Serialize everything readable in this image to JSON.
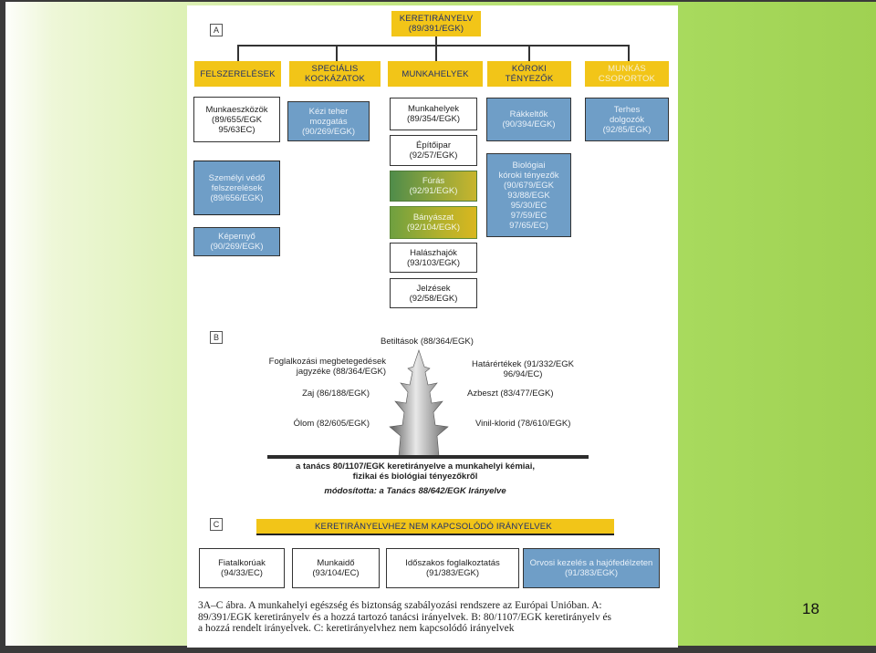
{
  "section_a": {
    "label": "A",
    "top": [
      "KERETIRÁNYELV",
      "(89/391/EGK)"
    ],
    "categories": [
      {
        "lines": [
          "FELSZERELÉSEK"
        ]
      },
      {
        "lines": [
          "SPECIÁLIS",
          "KOCKÁZATOK"
        ]
      },
      {
        "lines": [
          "MUNKAHELYEK"
        ]
      },
      {
        "lines": [
          "KÓROKI",
          "TÉNYEZŐK"
        ]
      },
      {
        "lines": [
          "MUNKÁS",
          "CSOPORTOK"
        ]
      }
    ],
    "felszerelesek": [
      {
        "lines": [
          "Munkaeszközök",
          "(89/655/EGK",
          "95/63EC)"
        ]
      },
      {
        "lines": [
          "Személyi védő",
          "felszerelések",
          "(89/656/EGK)"
        ]
      },
      {
        "lines": [
          "Képernyő",
          "(90/269/EGK)"
        ]
      }
    ],
    "specialis": [
      {
        "lines": [
          "Kézi teher",
          "mozgatás",
          "(90/269/EGK)"
        ]
      }
    ],
    "munkahelyek": [
      {
        "lines": [
          "Munkahelyek",
          "(89/354/EGK)"
        ]
      },
      {
        "lines": [
          "Építőipar",
          "(92/57/EGK)"
        ]
      },
      {
        "lines": [
          "Fúrás",
          "(92/91/EGK)"
        ]
      },
      {
        "lines": [
          "Bányászat",
          "(92/104/EGK)"
        ]
      },
      {
        "lines": [
          "Halászhajók",
          "(93/103/EGK)"
        ]
      },
      {
        "lines": [
          "Jelzések",
          "(92/58/EGK)"
        ]
      }
    ],
    "koroki": [
      {
        "lines": [
          "Rákkeltők",
          "(90/394/EGK)"
        ]
      },
      {
        "lines": [
          "Biológiai",
          "kóroki tényezők",
          "(90/679/EGK",
          "93/88/EGK",
          "95/30/EC",
          "97/59/EC",
          "97/65/EC)"
        ]
      }
    ],
    "munkas": [
      {
        "lines": [
          "Terhes",
          "dolgozók",
          "(92/85/EGK)"
        ]
      }
    ]
  },
  "section_b": {
    "label": "B",
    "top": "Betiltások (88/364/EGK)",
    "left": [
      {
        "lines": [
          "Foglalkozási megbetegedések",
          "jagyzéke (88/364/EGK)"
        ]
      },
      {
        "lines": [
          "Zaj (86/188/EGK)"
        ]
      },
      {
        "lines": [
          "Ólom (82/605/EGK)"
        ]
      }
    ],
    "right": [
      {
        "lines": [
          "Határértékek (91/332/EGK",
          "96/94/EC)"
        ]
      },
      {
        "lines": [
          "Azbeszt (83/477/EGK)"
        ]
      },
      {
        "lines": [
          "Vinil-klorid (78/610/EGK)"
        ]
      }
    ],
    "base": [
      "a tanács 80/1107/EGK keretirányelve a munkahelyi kémiai,",
      "fizikai és biológiai tényezőkről"
    ],
    "modified": "módosította: a Tanács 88/642/EGK Irányelve"
  },
  "section_c": {
    "label": "C",
    "header": "KERETIRÁNYELVHEZ NEM KAPCSOLÓDÓ IRÁNYELVEK",
    "boxes": [
      {
        "lines": [
          "Fiatalkorúak",
          "(94/33/EC)"
        ]
      },
      {
        "lines": [
          "Munkaidő",
          "(93/104/EC)"
        ]
      },
      {
        "lines": [
          "Időszakos foglalkoztatás",
          "(91/383/EGK)"
        ]
      },
      {
        "lines": [
          "Orvosi kezelés a hajófedélzeten",
          "(91/383/EGK)"
        ]
      }
    ]
  },
  "caption": [
    "3A–C ábra. A munkahelyi egészség és biztonság szabályozási rendszere az Európai Unióban. A:",
    "89/391/EGK keretirányelv és a hozzá tartozó tanácsi irányelvek. B: 80/1107/EGK keretirányelv és",
    "a hozzá rendelt irányelvek. C: keretirányelvhez nem kapcsolódó irányelvek"
  ],
  "page_number": "18"
}
